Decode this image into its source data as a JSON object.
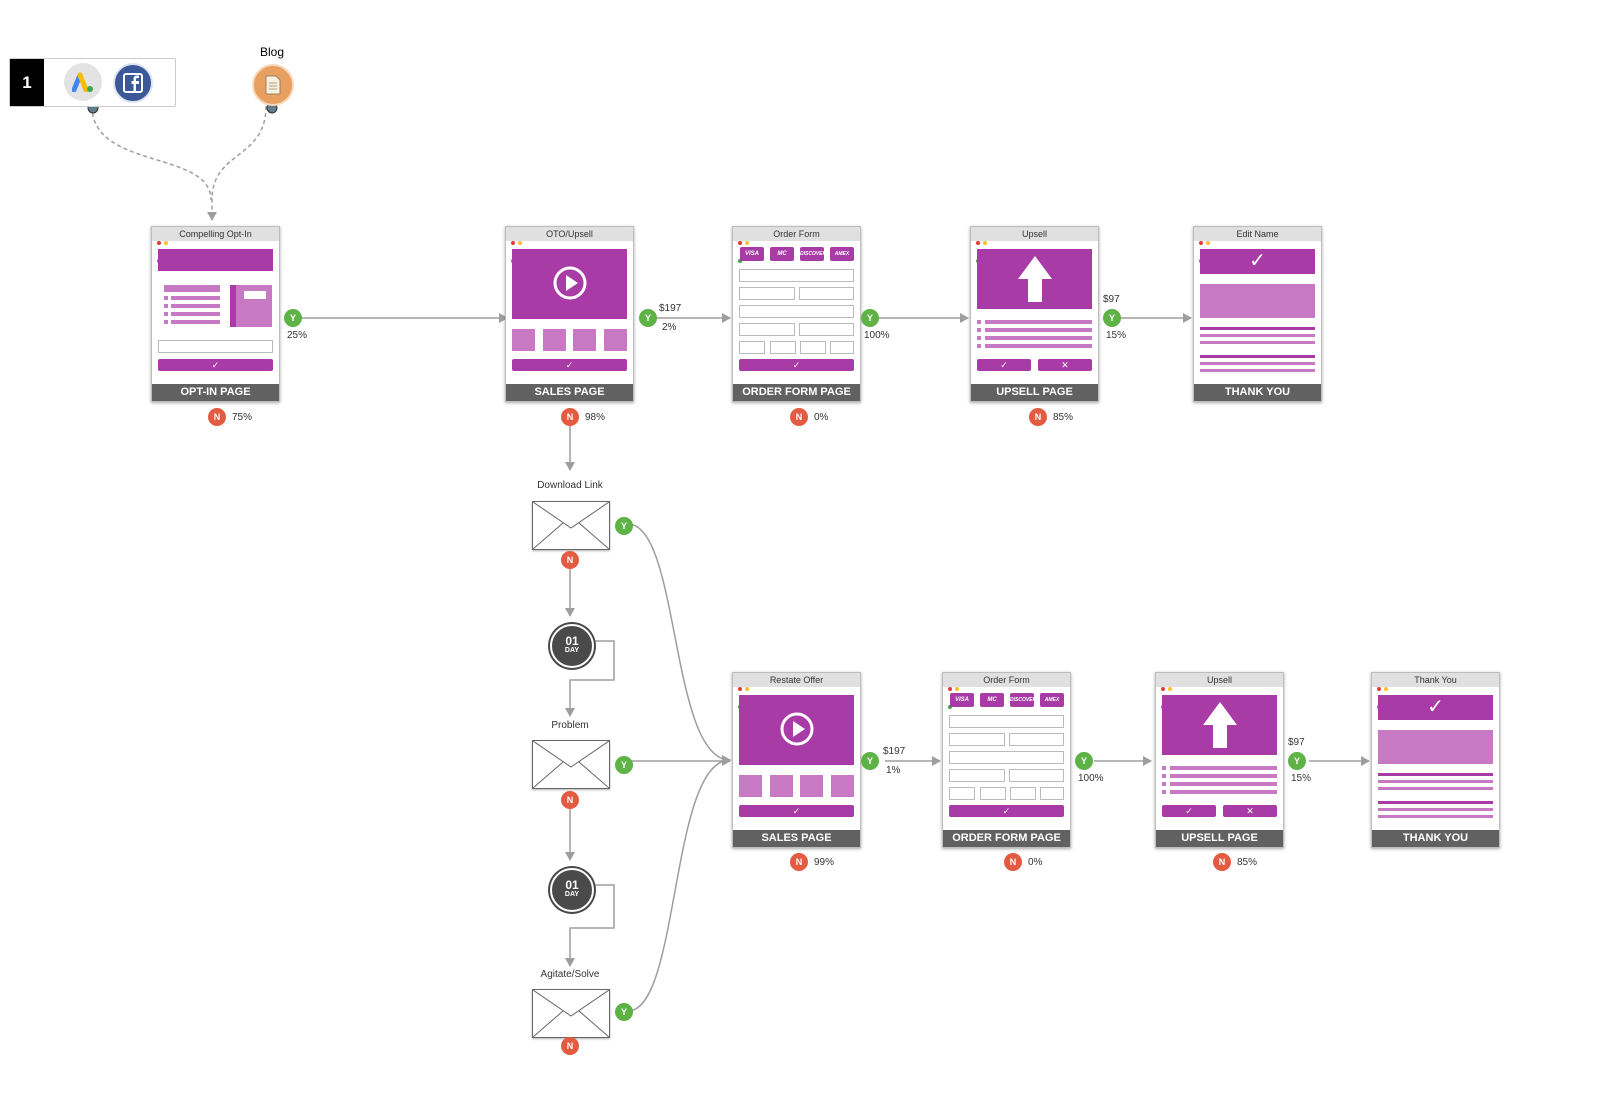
{
  "traffic": {
    "number": "1",
    "sources": [
      {
        "icon": "adwords-icon"
      },
      {
        "icon": "facebook-icon"
      }
    ],
    "blog": {
      "label": "Blog",
      "icon": "blog-document-icon"
    }
  },
  "top_row": {
    "optin": {
      "title": "Compelling Opt-In",
      "footer": "OPT-IN PAGE",
      "yes_pct": "25%",
      "no_pct": "75%"
    },
    "sales": {
      "title": "OTO/Upsell",
      "footer": "SALES PAGE",
      "price": "$197",
      "yes_pct": "2%",
      "no_pct": "98%"
    },
    "order": {
      "title": "Order Form",
      "footer": "ORDER FORM PAGE",
      "yes_pct": "100%",
      "no_pct": "0%"
    },
    "upsell": {
      "title": "Upsell",
      "footer": "UPSELL PAGE",
      "price": "$97",
      "yes_pct": "15%",
      "no_pct": "85%"
    },
    "thanks": {
      "title": "Edit Name",
      "footer": "THANK YOU"
    }
  },
  "email_sequence": {
    "email1": "Download Link",
    "wait1": {
      "num": "01",
      "unit": "DAY"
    },
    "email2": "Problem",
    "wait2": {
      "num": "01",
      "unit": "DAY"
    },
    "email3": "Agitate/Solve"
  },
  "bottom_row": {
    "sales": {
      "title": "Restate Offer",
      "footer": "SALES PAGE",
      "price": "$197",
      "yes_pct": "1%",
      "no_pct": "99%"
    },
    "order": {
      "title": "Order Form",
      "footer": "ORDER FORM PAGE",
      "yes_pct": "100%",
      "no_pct": "0%"
    },
    "upsell": {
      "title": "Upsell",
      "footer": "UPSELL PAGE",
      "price": "$97",
      "yes_pct": "15%",
      "no_pct": "85%"
    },
    "thanks": {
      "title": "Thank You",
      "footer": "THANK YOU"
    }
  },
  "badges": {
    "yes": "Y",
    "no": "N"
  },
  "cards": [
    "VISA",
    "MC",
    "DISCOVER",
    "AMEX"
  ],
  "colors": {
    "primary": "#a93ba6",
    "light": "#c779c4",
    "yes": "#5eb246",
    "no": "#e35b40",
    "footer": "#616161"
  }
}
